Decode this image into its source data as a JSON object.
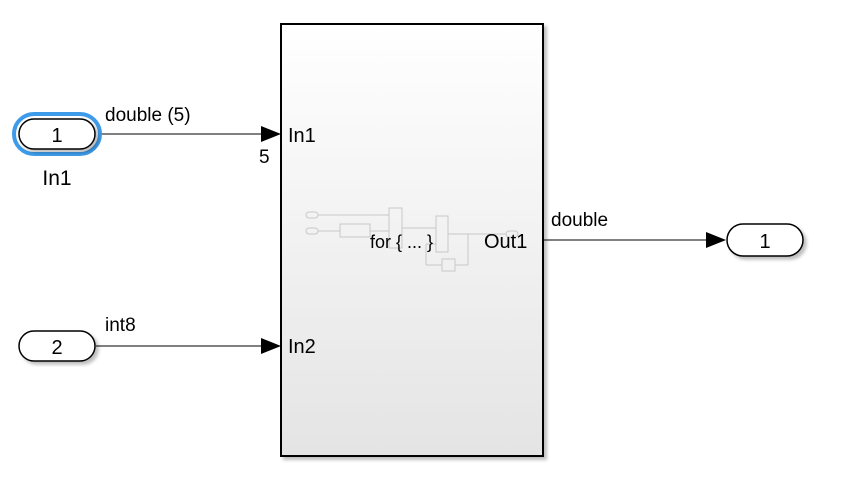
{
  "inports": [
    {
      "number": "1",
      "name": "In1"
    },
    {
      "number": "2",
      "name": ""
    }
  ],
  "outports": [
    {
      "number": "1"
    }
  ],
  "signals": {
    "in1": "double (5)",
    "in1_dim": "5",
    "in2": "int8",
    "out1": "double"
  },
  "subsystem": {
    "input_ports": [
      "In1",
      "In2"
    ],
    "output_ports": [
      "Out1"
    ],
    "content_label": "for { ... }"
  },
  "colors": {
    "selection": "#3d9be9",
    "line": "#000000",
    "block_border": "#000000"
  }
}
